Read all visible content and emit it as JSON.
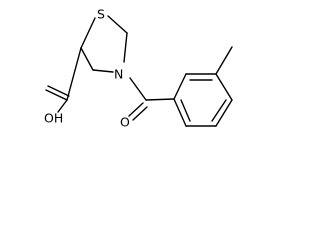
{
  "structure": {
    "atoms": {
      "sulfur": "S",
      "nitrogen": "N",
      "carbonyl_oxygen": "O",
      "hydroxyl": "OH"
    }
  }
}
